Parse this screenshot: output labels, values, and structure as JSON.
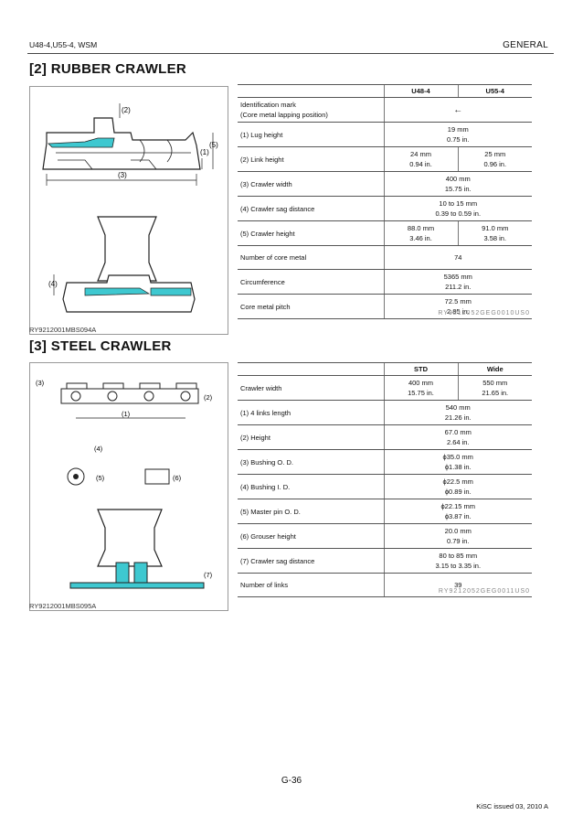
{
  "header": {
    "model": "U48-4,U55-4, WSM",
    "section": "GENERAL"
  },
  "rubber": {
    "title": "[2]  RUBBER CRAWLER",
    "figure_code": "RY9212001MBS094A",
    "labels": [
      "(1)",
      "(2)",
      "(3)",
      "(4)",
      "(5)"
    ],
    "cols": [
      "U48-4",
      "U55-4"
    ],
    "rows": [
      {
        "label": "Identification mark\n(Core metal lapping position)",
        "merged": "←",
        "symbol": true
      },
      {
        "label": "(1) Lug height",
        "merged": "19 mm\n0.75 in."
      },
      {
        "label": "(2) Link height",
        "a": "24 mm\n0.94 in.",
        "b": "25 mm\n0.96 in."
      },
      {
        "label": "(3) Crawler width",
        "merged": "400 mm\n15.75 in."
      },
      {
        "label": "(4) Crawler sag distance",
        "merged": "10 to 15 mm\n0.39 to 0.59 in."
      },
      {
        "label": "(5) Crawler height",
        "a": "88.0 mm\n3.46 in.",
        "b": "91.0 mm\n3.58 in."
      },
      {
        "label": "Number of core metal",
        "merged": "74"
      },
      {
        "label": "Circumference",
        "merged": "5365 mm\n211.2 in."
      },
      {
        "label": "Core metal pitch",
        "merged": "72.5 mm\n2.85 in."
      }
    ],
    "table_code": "RY9212052GEG0010US0"
  },
  "steel": {
    "title": "[3]  STEEL CRAWLER",
    "figure_code": "RY9212001MBS095A",
    "labels": [
      "(1)",
      "(2)",
      "(3)",
      "(4)",
      "(5)",
      "(6)",
      "(7)"
    ],
    "cols": [
      "STD",
      "Wide"
    ],
    "rows": [
      {
        "label": "Crawler width",
        "a": "400 mm\n15.75 in.",
        "b": "550 mm\n21.65 in."
      },
      {
        "label": "(1) 4 links length",
        "merged": "540 mm\n21.26 in."
      },
      {
        "label": "(2) Height",
        "merged": "67.0 mm\n2.64 in."
      },
      {
        "label": "(3) Bushing O. D.",
        "merged": "ϕ35.0 mm\nϕ1.38 in."
      },
      {
        "label": "(4) Bushing I. D.",
        "merged": "ϕ22.5 mm\nϕ0.89 in."
      },
      {
        "label": "(5) Master pin O. D.",
        "merged": "ϕ22.15 mm\nϕ3.87 in."
      },
      {
        "label": "(6) Grouser height",
        "merged": "20.0 mm\n0.79 in."
      },
      {
        "label": "(7) Crawler sag distance",
        "merged": "80 to 85 mm\n3.15 to 3.35 in."
      },
      {
        "label": "Number of links",
        "merged": "39"
      }
    ],
    "table_code": "RY9212052GEG0011US0"
  },
  "footer": {
    "page": "G-36",
    "issued": "KiSC issued 03, 2010 A"
  }
}
